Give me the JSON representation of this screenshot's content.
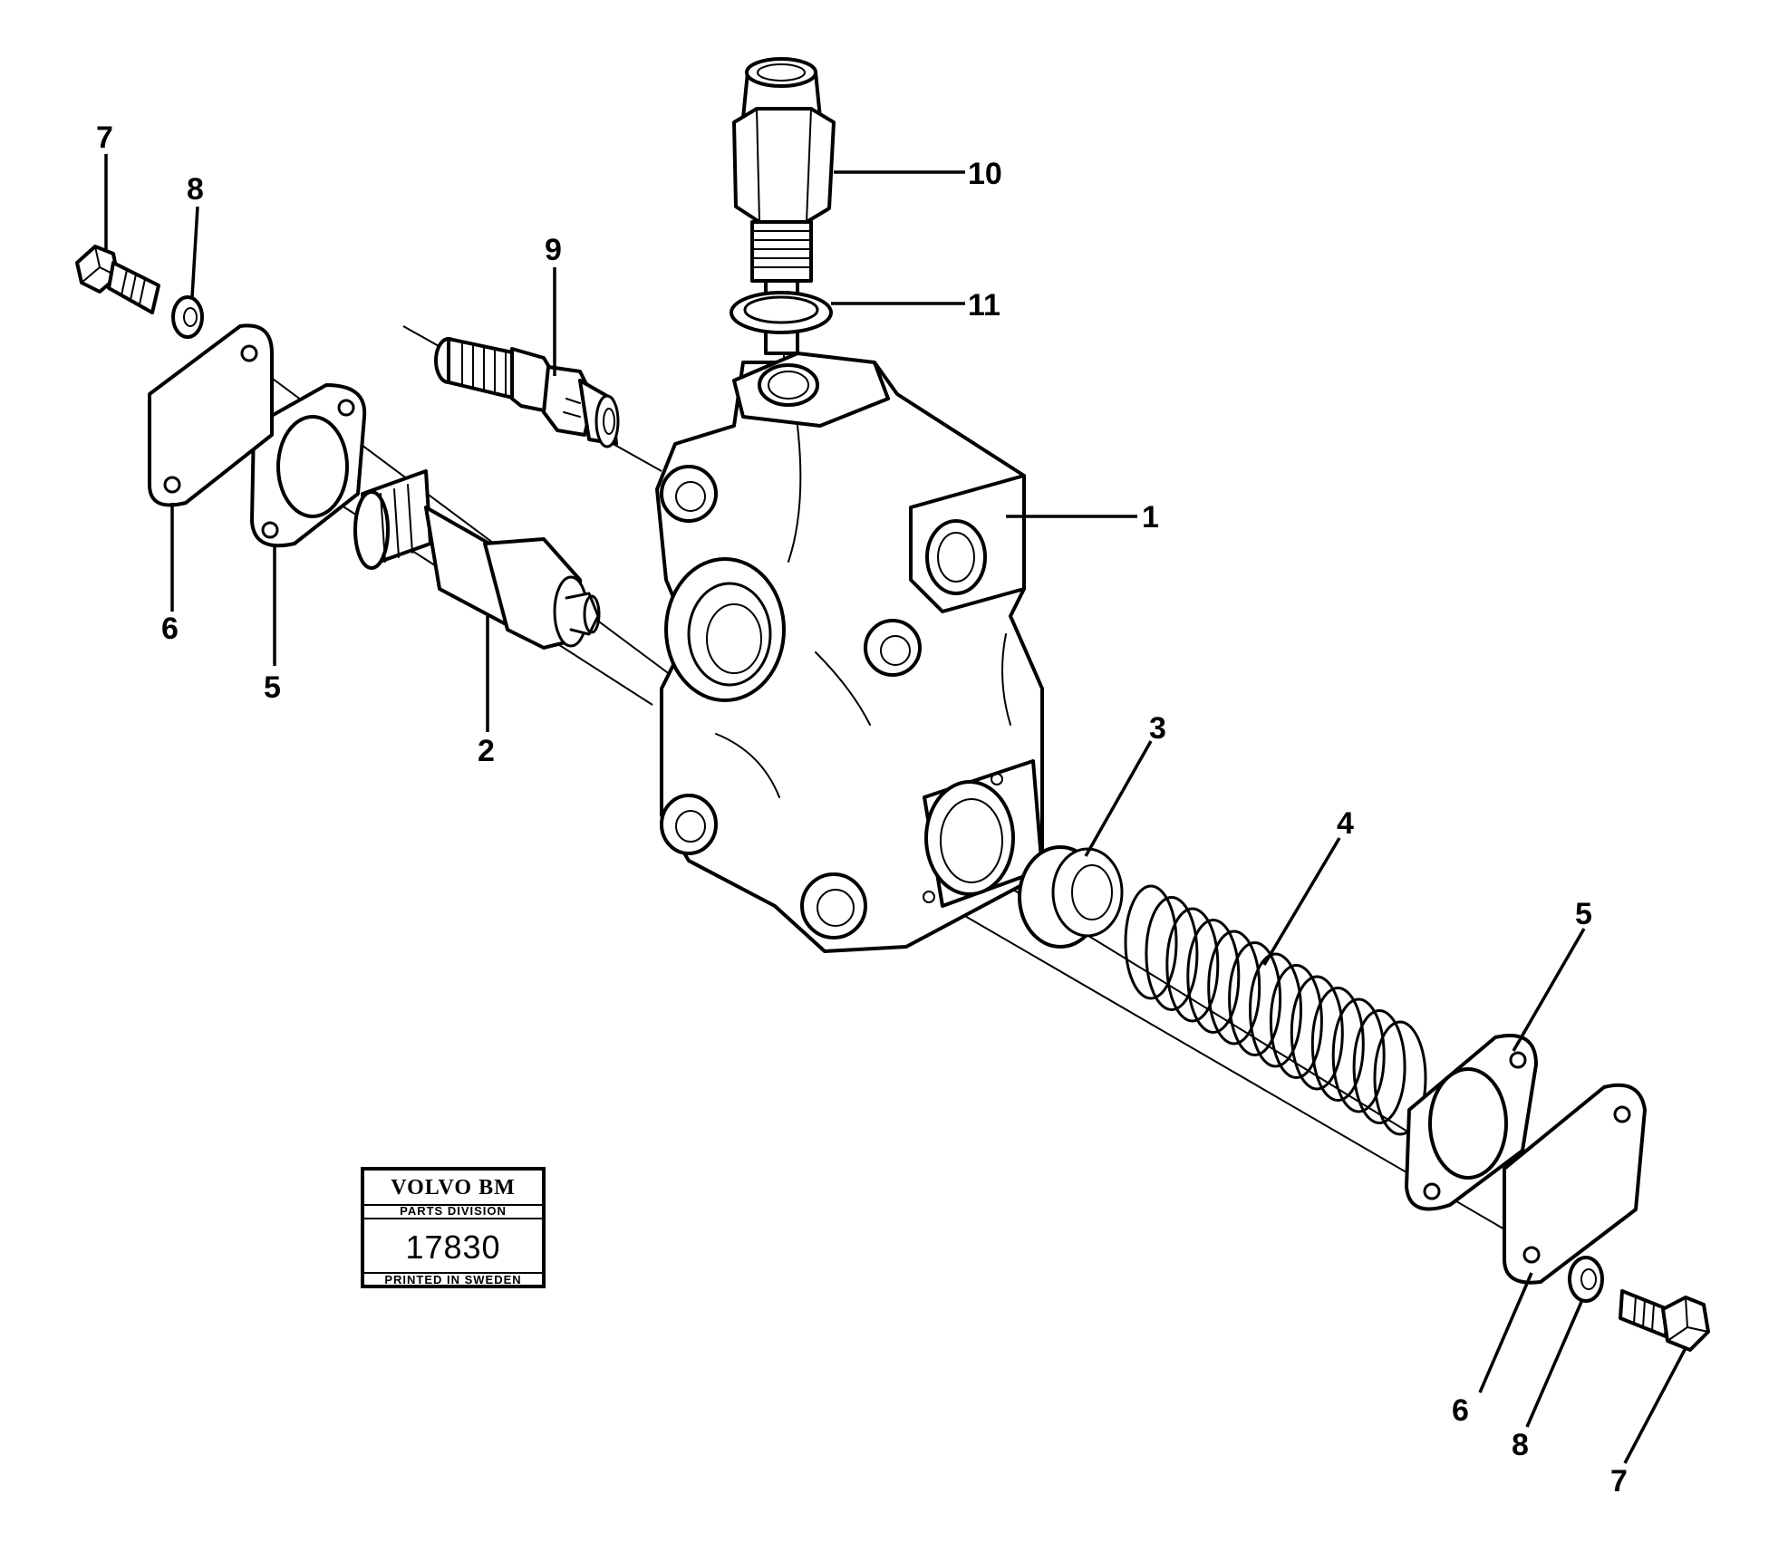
{
  "diagram": {
    "callouts": {
      "c1": "1",
      "c2": "2",
      "c3": "3",
      "c4": "4",
      "c5a": "5",
      "c5b": "5",
      "c6a": "6",
      "c6b": "6",
      "c7a": "7",
      "c7b": "7",
      "c8a": "8",
      "c8b": "8",
      "c9": "9",
      "c10": "10",
      "c11": "11"
    }
  },
  "badge": {
    "brand": "VOLVO BM",
    "division": "PARTS DIVISION",
    "number": "17830",
    "footer": "PRINTED IN SWEDEN"
  }
}
